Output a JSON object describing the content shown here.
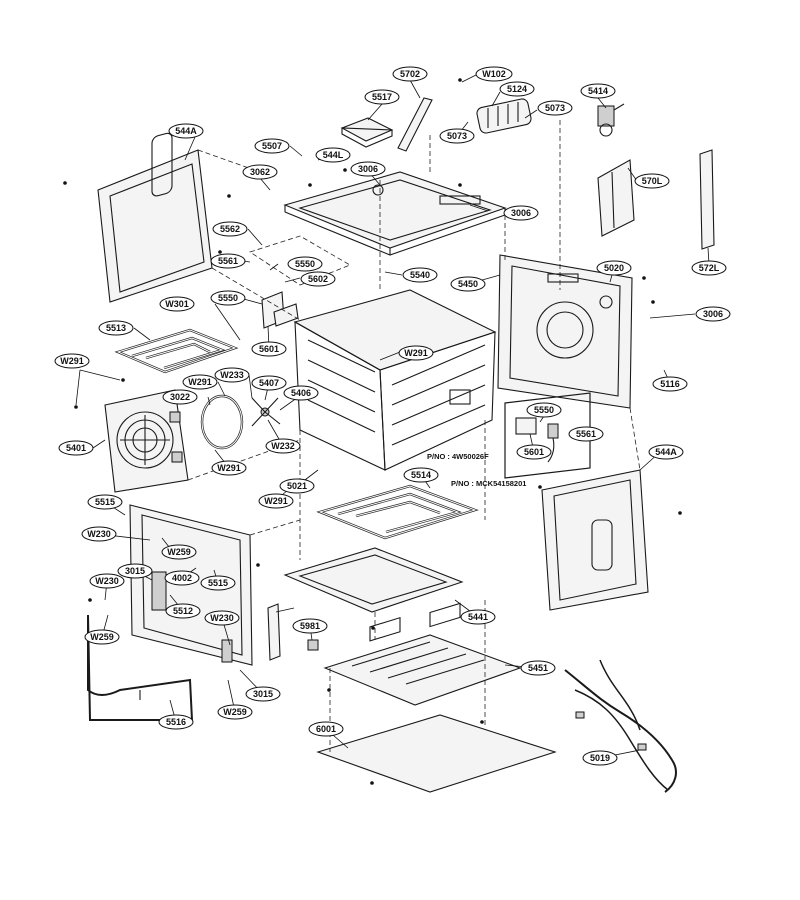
{
  "diagram": {
    "labels": [
      "5702",
      "W102",
      "5124",
      "5414",
      "5517",
      "5073",
      "5073",
      "544A",
      "5507",
      "544L",
      "3006",
      "3062",
      "570L",
      "3006",
      "572L",
      "5562",
      "5550",
      "5602",
      "5561",
      "5540",
      "5450",
      "5020",
      "5550",
      "W301",
      "3006",
      "5513",
      "5601",
      "W291",
      "W291",
      "W233",
      "5407",
      "5116",
      "W291",
      "3022",
      "5406",
      "5550",
      "5401",
      "W232",
      "5561",
      "5601",
      "W291",
      "544A",
      "5021",
      "5514",
      "W291",
      "5515",
      "W230",
      "W259",
      "3015",
      "W230",
      "4002",
      "5515",
      "5512",
      "5441",
      "W230",
      "W259",
      "5981",
      "5451",
      "5516",
      "3015",
      "W259",
      "6001",
      "5019"
    ],
    "part_numbers": [
      "P/NO : 4W50026F",
      "P/NO : MCK54158201"
    ]
  }
}
